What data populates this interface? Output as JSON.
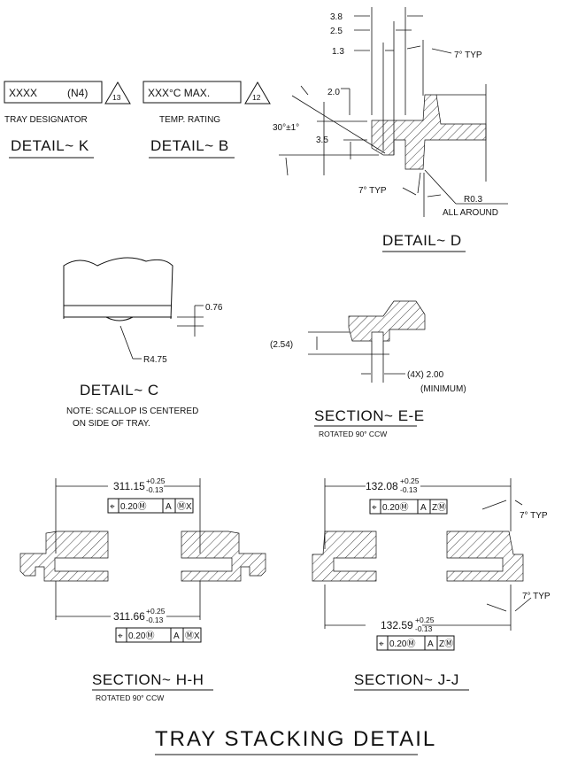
{
  "title": "TRAY STACKING DETAIL",
  "detail_k": {
    "box_text": "XXXX",
    "box_suffix": "(N4)",
    "flag": "13",
    "caption": "TRAY DESIGNATOR",
    "label": "DETAIL~ K"
  },
  "detail_b": {
    "box_text": "XXX°C MAX.",
    "flag": "12",
    "caption": "TEMP. RATING",
    "label": "DETAIL~ B"
  },
  "detail_d": {
    "dims": [
      "3.8",
      "2.5",
      "1.3",
      "2.0",
      "3.5"
    ],
    "angle": "30°±1°",
    "typ_top": "7° TYP",
    "typ_bottom": "7° TYP",
    "radius": "R0.3",
    "radius_note": "ALL AROUND",
    "label": "DETAIL~ D"
  },
  "detail_c": {
    "dim": "0.76",
    "radius": "R4.75",
    "label": "DETAIL~ C",
    "note_line1": "NOTE: SCALLOP IS CENTERED",
    "note_line2": "ON SIDE OF TRAY."
  },
  "section_ee": {
    "dim_ref": "(2.54)",
    "dim_min": "(4X) 2.00",
    "dim_min_note": "(MINIMUM)",
    "label": "SECTION~ E-E",
    "sublabel": "ROTATED 90° CCW"
  },
  "section_hh": {
    "top_dim": "311.15",
    "bottom_dim": "311.66",
    "tol_plus": "+0.25",
    "tol_minus": "-0.13",
    "fcf": {
      "symbol": "⌖",
      "tol": "0.20Ⓜ",
      "datum1": "A",
      "datum2": "ⓂX"
    },
    "label": "SECTION~ H-H",
    "sublabel": "ROTATED 90° CCW"
  },
  "section_jj": {
    "top_dim": "132.08",
    "bottom_dim": "132.59",
    "tol_plus": "+0.25",
    "tol_minus": "-0.13",
    "fcf": {
      "symbol": "⌖",
      "tol": "0.20Ⓜ",
      "datum1": "A",
      "datum2": "ZⓂ"
    },
    "typ_top": "7° TYP",
    "typ_bottom": "7° TYP",
    "label": "SECTION~ J-J"
  }
}
